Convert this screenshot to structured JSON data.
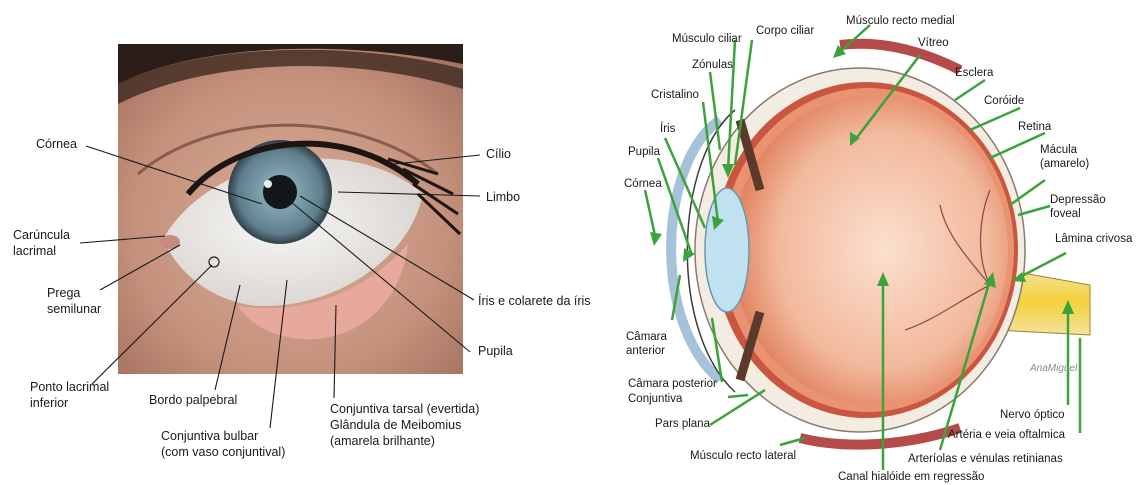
{
  "eye_photo": {
    "labels": {
      "cornea": "Córnea",
      "cilio": "Cílio",
      "limbo": "Limbo",
      "caruncula": "Carúncula\nlacrimal",
      "prega": "Prega\nsemilunar",
      "iris": "Íris e colarete da íris",
      "pupila": "Pupila",
      "ponto": "Ponto lacrimal\ninferior",
      "bordo": "Bordo palpebral",
      "conj_bulbar": "Conjuntiva bulbar\n(com vaso conjuntival)",
      "conj_tarsal": "Conjuntiva tarsal (evertida)\nGlândula de Meibomius\n(amarela brilhante)"
    }
  },
  "eye_section": {
    "labels": {
      "musculo_ciliar": "Músculo ciliar",
      "corpo_ciliar": "Corpo ciliar",
      "musculo_recto_medial": "Músculo recto medial",
      "vitreo": "Vítreo",
      "zonulas": "Zónulas",
      "esclera": "Esclera",
      "cristalino": "Cristalino",
      "coroide": "Coróide",
      "iris": "Íris",
      "retina": "Retina",
      "pupila": "Pupila",
      "macula": "Mácula\n(amarelo)",
      "cornea": "Córnea",
      "depressao": "Depressão\nfoveal",
      "lamina": "Lâmina crivosa",
      "camara_anterior": "Câmara\nanterior",
      "camara_posterior": "Câmara posterior",
      "conjuntiva": "Conjuntiva",
      "pars_plana": "Pars plana",
      "nervo_optico": "Nervo óptico",
      "arteria": "Artéria e veia oftalmica",
      "musculo_recto_lateral": "Músculo recto lateral",
      "arteriolas": "Arteríolas e vénulas retinianas",
      "canal": "Canal hialóide em regressão",
      "signature": "AnaMiguel"
    }
  },
  "colors": {
    "label_line": "#1a1a1a",
    "arrow_green": "#3aa33a",
    "skin": "#c79a86",
    "iris": "#6f8f9c",
    "vitreous": "#f0b49a",
    "lens": "#bfe1f0"
  }
}
